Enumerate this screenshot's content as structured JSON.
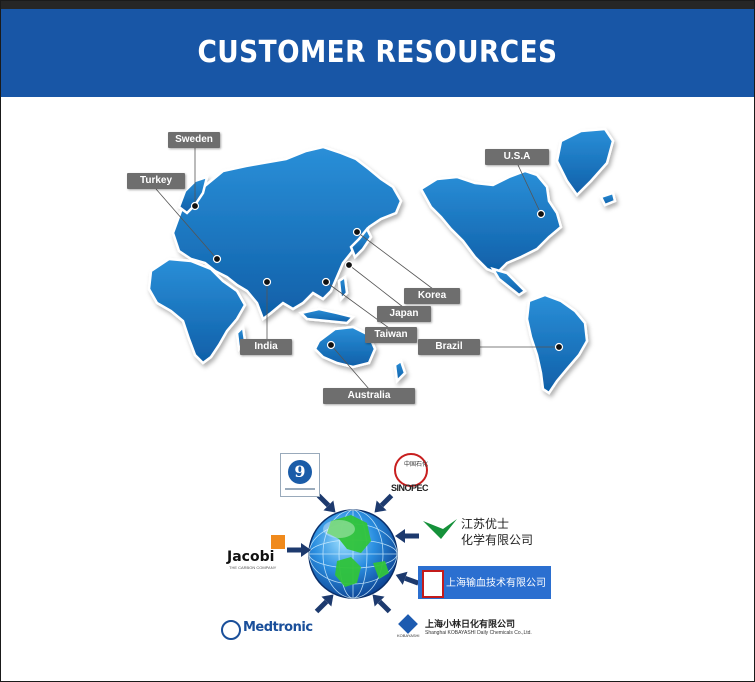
{
  "header": {
    "title": "CUSTOMER RESOURCES"
  },
  "map": {
    "locations": [
      {
        "name": "Sweden"
      },
      {
        "name": "Turkey"
      },
      {
        "name": "U.S.A"
      },
      {
        "name": "Korea"
      },
      {
        "name": "Japan"
      },
      {
        "name": "Taiwan"
      },
      {
        "name": "Brazil"
      },
      {
        "name": "India"
      },
      {
        "name": "Australia"
      }
    ]
  },
  "customers": {
    "logos": [
      {
        "id": "top-left-logo",
        "text": "9"
      },
      {
        "id": "sinopec",
        "text": "SINOPEC",
        "cn": "中国石化"
      },
      {
        "id": "jiangsu-youshi",
        "line1": "江苏优士",
        "line2": "化学有限公司"
      },
      {
        "id": "shanghai-shuxue",
        "cn": "上海输血技术有限公司"
      },
      {
        "id": "jacobi",
        "name": "Jacobi",
        "tagline": "THE CARBON COMPANY"
      },
      {
        "id": "medtronic",
        "name": "Medtronic"
      },
      {
        "id": "kobayashi",
        "cn": "上海小林日化有限公司",
        "en": "Shanghai KOBAYASHI Daily Chemicals Co.,Ltd.",
        "mark": "KOBAYASHI"
      }
    ]
  },
  "colors": {
    "header": "#1856a6",
    "map_blue": "#1f7fc8",
    "label_bg": "#6e6e6e",
    "arrow": "#1d3a6e"
  }
}
